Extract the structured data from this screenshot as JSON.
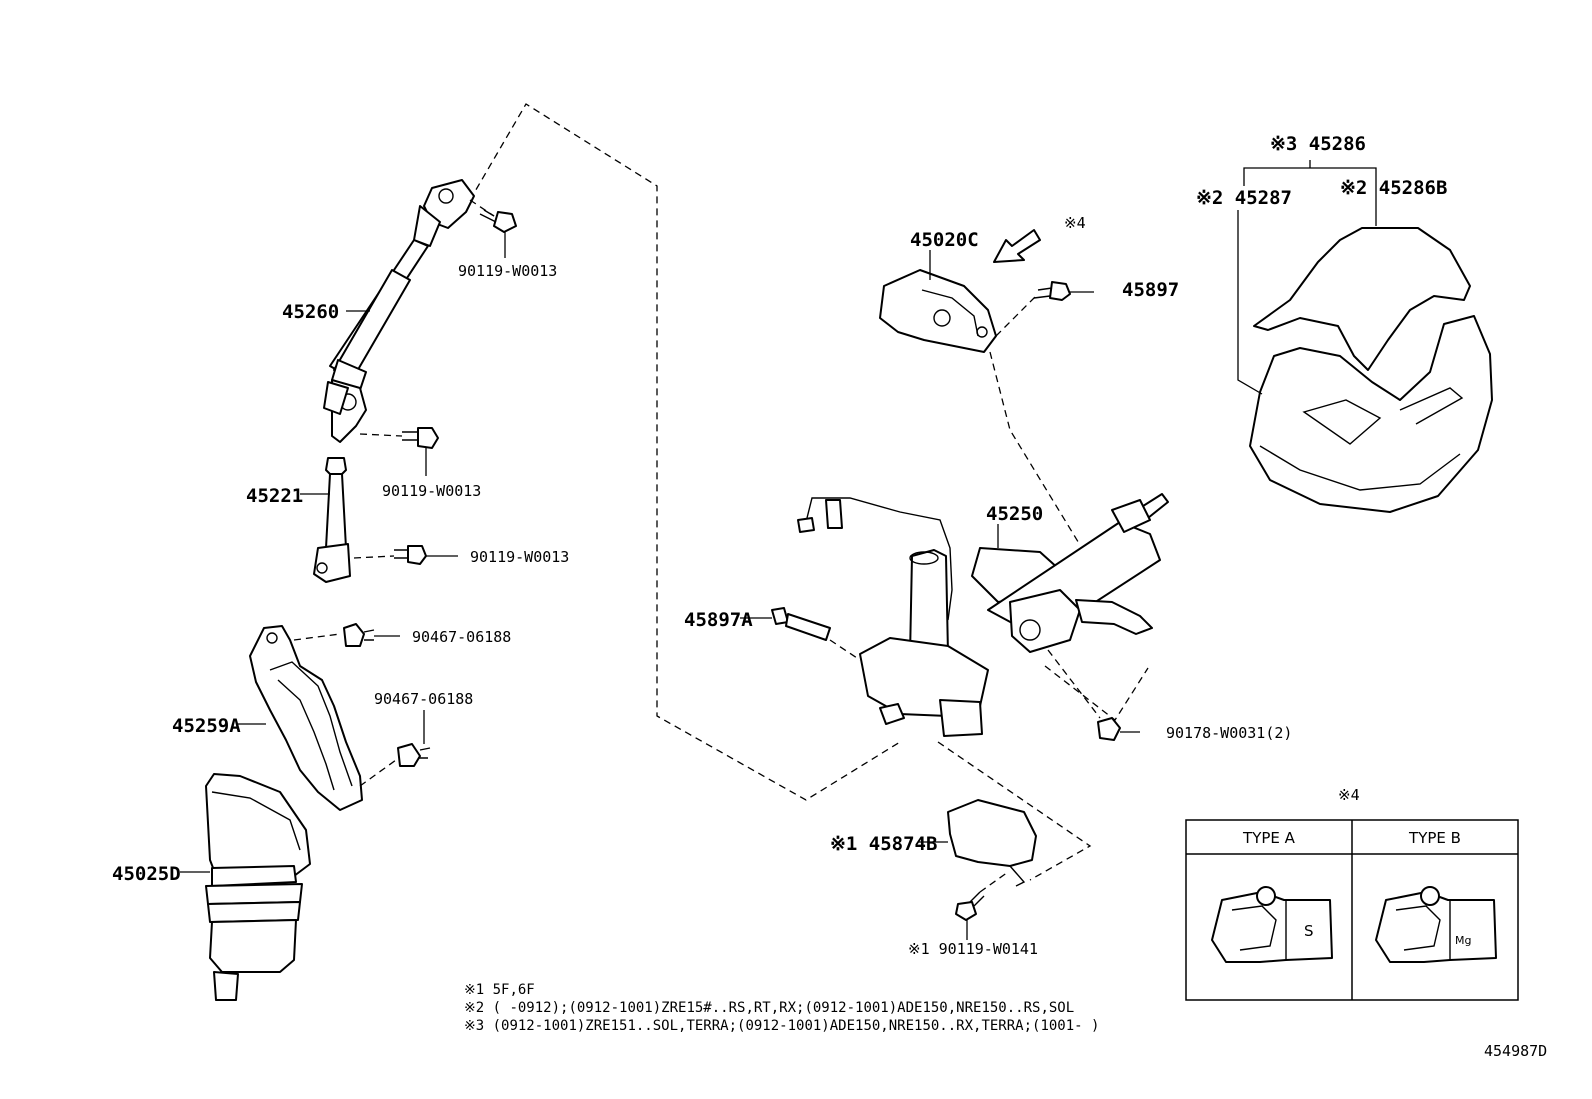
{
  "diagram": {
    "labels": {
      "p45260": "45260",
      "p90119_a": "90119-W0013",
      "p90119_b": "90119-W0013",
      "p90119_c": "90119-W0013",
      "p45221": "45221",
      "p90467_a": "90467-06188",
      "p90467_b": "90467-06188",
      "p45259A": "45259A",
      "p45025D": "45025D",
      "p45020C": "45020C",
      "mark4_arrow": "※4",
      "p45897": "45897",
      "p45897A": "45897A",
      "p45250": "45250",
      "p90178": "90178-W0031(2)",
      "p45874B": "※1 45874B",
      "p90119_w0141": "※1 90119-W0141",
      "p45286": "※3 45286",
      "p45287": "※2 45287",
      "p45286B": "※2 45286B",
      "mark4_table": "※4",
      "drawing_no": "454987D"
    },
    "notes": [
      "※1 5F,6F",
      "※2 (        -0912);(0912-1001)ZRE15#..RS,RT,RX;(0912-1001)ADE150,NRE150..RS,SOL",
      "※3 (0912-1001)ZRE151..SOL,TERRA;(0912-1001)ADE150,NRE150..RX,TERRA;(1001-        )"
    ],
    "type_table": {
      "type_a": "TYPE A",
      "type_b": "TYPE B",
      "mark_a": "S",
      "mark_b": "Mg"
    }
  }
}
